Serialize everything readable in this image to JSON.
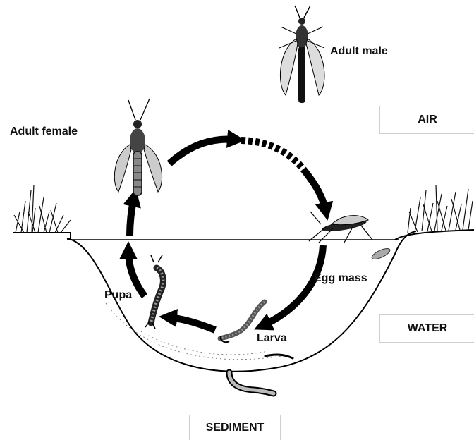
{
  "stages": {
    "adult_male": "Adult male",
    "adult_female": "Adult female",
    "egg_mass": "Egg mass",
    "larva": "Larva",
    "pupa": "Pupa"
  },
  "zones": {
    "air": "AIR",
    "water": "WATER",
    "sediment": "SEDIMENT"
  },
  "cycle_order": [
    "Adult female",
    "Egg mass",
    "Larva",
    "Pupa"
  ]
}
